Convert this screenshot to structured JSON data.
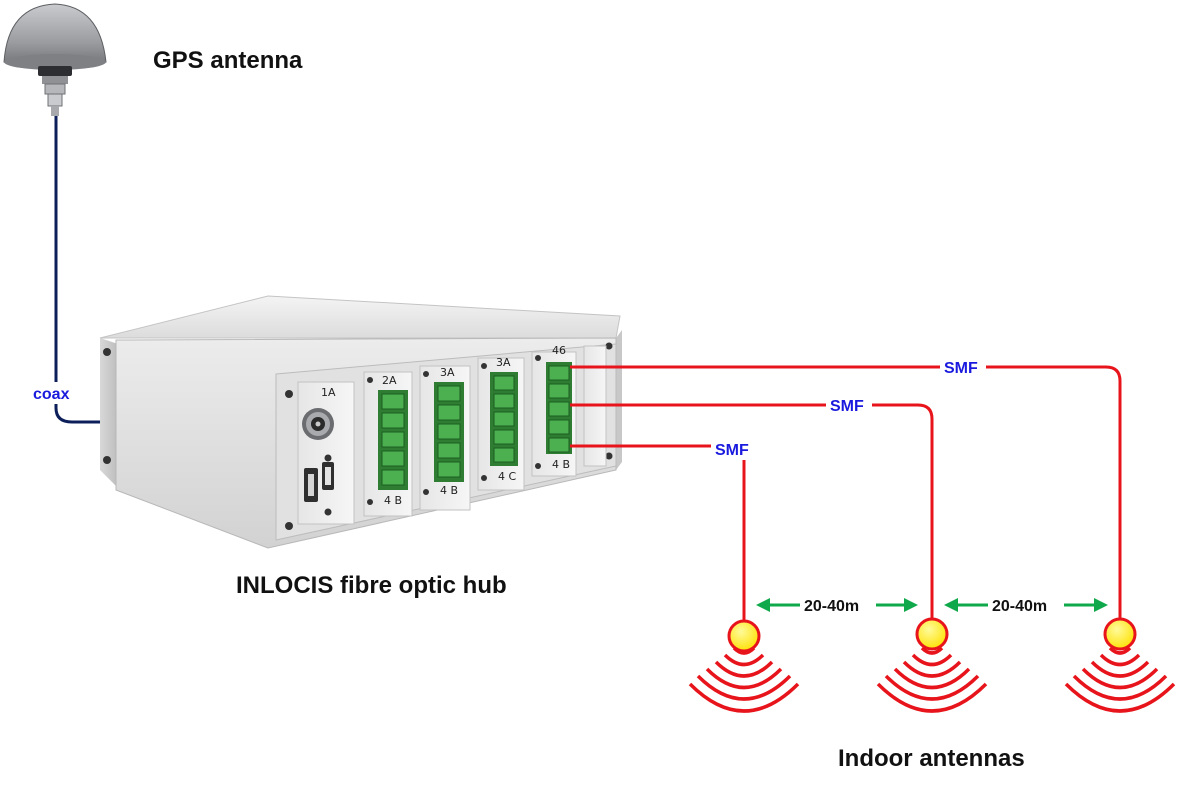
{
  "labels": {
    "gps": "GPS antenna",
    "hub": "INLOCIS fibre optic hub",
    "indoor": "Indoor antennas"
  },
  "cables": {
    "coax": "coax",
    "smf_1": "SMF",
    "smf_2": "SMF",
    "smf_3": "SMF"
  },
  "distances": {
    "d1": "20-40m",
    "d2": "20-40m"
  },
  "modules": {
    "m1_top": "1A",
    "m2_top": "2A",
    "m2_bottom": "4 B",
    "m3_top": "3A",
    "m3_bottom": "4 B",
    "m4_top": "3A",
    "m4_bottom": "4 C",
    "m5_top": "46",
    "m5_bottom": "4 B"
  },
  "colors": {
    "coax_cable": "#0c1f5a",
    "smf_cable": "#e8141b",
    "label_blue": "#1a1adf",
    "arrow_green": "#0fa84a",
    "antenna_fill": "#ffef00",
    "wave_red": "#e8141b",
    "connector_green": "#3a9b3a"
  },
  "icons": {
    "gps": "gps-antenna-dome-icon",
    "indoor": "indoor-antenna-waves-icon"
  }
}
